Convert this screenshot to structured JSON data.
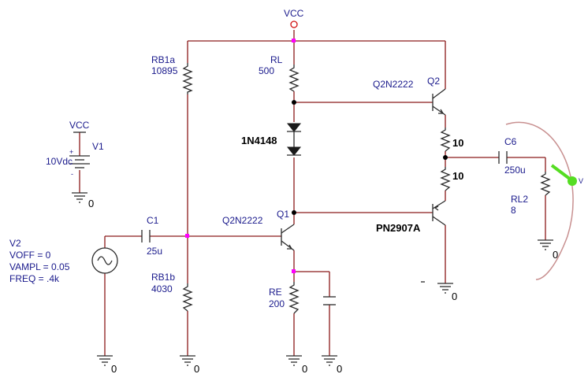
{
  "vcc_top": "VCC",
  "vcc_v1": "VCC",
  "v1": {
    "name": "V1",
    "value": "10Vdc",
    "plus": "+",
    "minus": "-"
  },
  "rb1a": {
    "name": "RB1a",
    "value": "10895"
  },
  "rl": {
    "name": "RL",
    "value": "500"
  },
  "q2": {
    "model": "Q2N2222",
    "name": "Q2"
  },
  "diode": {
    "model": "1N4148"
  },
  "r10a": {
    "value": "10"
  },
  "r10b": {
    "value": "10"
  },
  "c6": {
    "name": "C6",
    "value": "250u"
  },
  "rl2": {
    "name": "RL2",
    "value": "8"
  },
  "q1": {
    "model": "Q2N2222",
    "name": "Q1"
  },
  "pnp": {
    "model": "PN2907A"
  },
  "c1": {
    "name": "C1",
    "value": "25u"
  },
  "v2": {
    "name": "V2",
    "voff": "VOFF = 0",
    "vampl": "VAMPL = 0.05",
    "freq": "FREQ = .4k"
  },
  "rb1b": {
    "name": "RB1b",
    "value": "4030"
  },
  "re": {
    "name": "RE",
    "value": "200"
  },
  "probe": {
    "label": "V"
  },
  "grounds": [
    "0",
    "0",
    "0",
    "0",
    "0",
    "0",
    "0"
  ],
  "colors": {
    "wire": "#8b1a1a",
    "label": "#1a1a8c",
    "node": "#ff00ff",
    "probe": "#55dd22"
  }
}
